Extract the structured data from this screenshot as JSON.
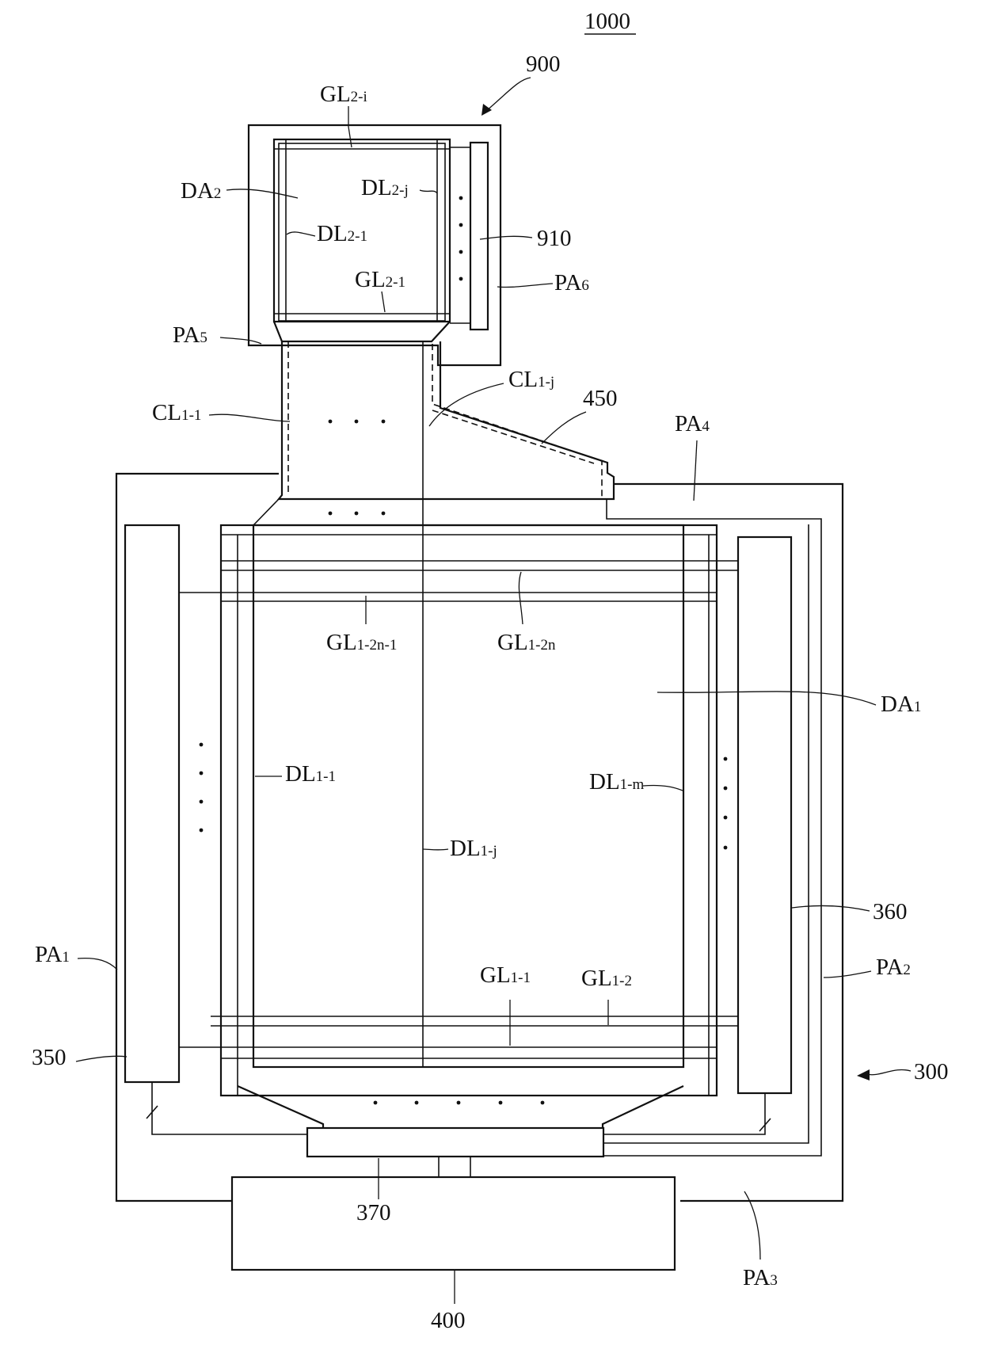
{
  "figure_number": "1000",
  "labels": {
    "ref_900": "900",
    "ref_910": "910",
    "ref_450": "450",
    "ref_300": "300",
    "ref_350": "350",
    "ref_360": "360",
    "ref_370": "370",
    "ref_400": "400",
    "da2": {
      "main": "DA",
      "sub": "2"
    },
    "da1": {
      "main": "DA",
      "sub": "1"
    },
    "pa1": {
      "main": "PA",
      "sub": "1"
    },
    "pa2": {
      "main": "PA",
      "sub": "2"
    },
    "pa3": {
      "main": "PA",
      "sub": "3"
    },
    "pa4": {
      "main": "PA",
      "sub": "4"
    },
    "pa5": {
      "main": "PA",
      "sub": "5"
    },
    "pa6": {
      "main": "PA",
      "sub": "6"
    },
    "gl2i": {
      "main": "GL",
      "sub": "2-i"
    },
    "gl21": {
      "main": "GL",
      "sub": "2-1"
    },
    "dl2j": {
      "main": "DL",
      "sub": "2-j"
    },
    "dl21": {
      "main": "DL",
      "sub": "2-1"
    },
    "cl11": {
      "main": "CL",
      "sub": "1-1"
    },
    "cl1j": {
      "main": "CL",
      "sub": "1-j"
    },
    "gl12n1": {
      "main": "GL",
      "sub": "1-2n-1"
    },
    "gl12n": {
      "main": "GL",
      "sub": "1-2n"
    },
    "dl11": {
      "main": "DL",
      "sub": "1-1"
    },
    "dl1j": {
      "main": "DL",
      "sub": "1-j"
    },
    "dl1m": {
      "main": "DL",
      "sub": "1-m"
    },
    "gl11": {
      "main": "GL",
      "sub": "1-1"
    },
    "gl12": {
      "main": "GL",
      "sub": "1-2"
    }
  }
}
